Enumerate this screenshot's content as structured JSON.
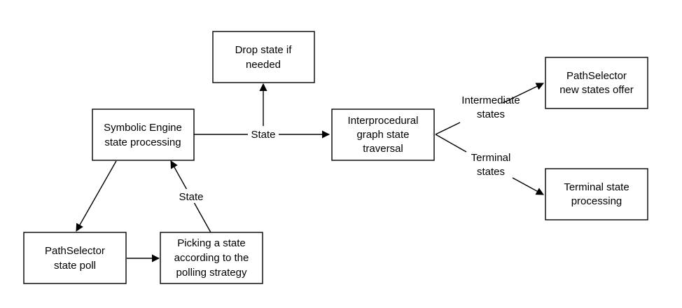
{
  "nodes": {
    "drop_state": [
      "Drop state if",
      "needed"
    ],
    "symbolic_engine": [
      "Symbolic Engine",
      "state processing"
    ],
    "interprocedural": [
      "Interprocedural",
      "graph state",
      "traversal"
    ],
    "pathselector_offer": [
      "PathSelector",
      "new states offer"
    ],
    "terminal_processing": [
      "Terminal state",
      "processing"
    ],
    "pathselector_poll": [
      "PathSelector",
      "state poll"
    ],
    "picking_state": [
      "Picking a state",
      "according to the",
      "polling strategy"
    ]
  },
  "edge_labels": {
    "engine_to_traversal": "State",
    "picking_to_engine": "State",
    "intermediate": [
      "Intermediate",
      "states"
    ],
    "terminal": [
      "Terminal",
      "states"
    ]
  }
}
